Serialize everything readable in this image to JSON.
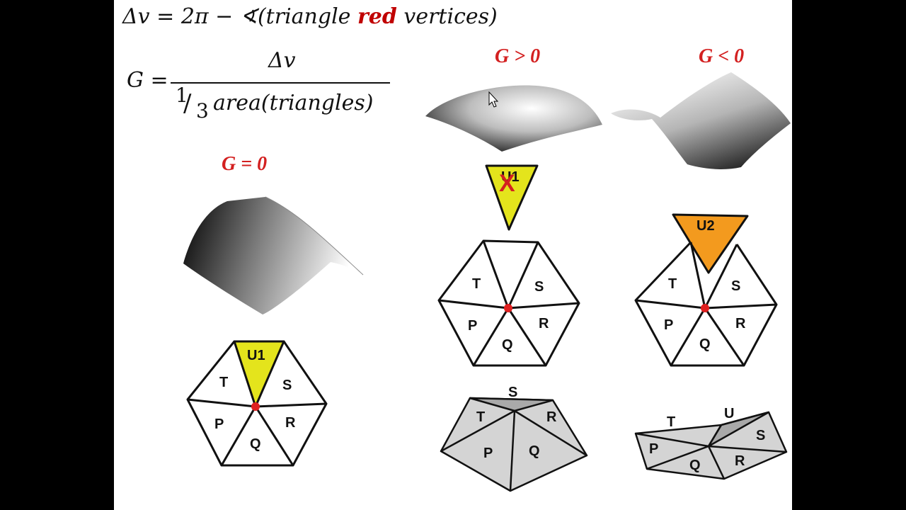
{
  "formula1": {
    "lhs": "Δv = 2π − ∢(triangle ",
    "red_word": "red",
    "rhs": " vertices)"
  },
  "formula2": {
    "lhs": "G =",
    "numerator": "Δv",
    "denominator_num": "1",
    "denominator_den": "3",
    "denominator_rest": "area(triangles)"
  },
  "labels": {
    "g_zero": "G = 0",
    "g_pos": "G > 0",
    "g_neg": "G < 0"
  },
  "triangles": {
    "left": {
      "top": "U1",
      "t": "T",
      "s": "S",
      "p": "P",
      "r": "R",
      "q": "Q"
    },
    "middle_removed": "U1",
    "middle": {
      "t": "T",
      "s": "S",
      "p": "P",
      "r": "R",
      "q": "Q"
    },
    "middle_folded": {
      "s": "S",
      "t": "T",
      "r": "R",
      "p": "P",
      "q": "Q"
    },
    "right_added": "U2",
    "right": {
      "t": "T",
      "s": "S",
      "p": "P",
      "r": "R",
      "q": "Q"
    },
    "right_folded": {
      "t": "T",
      "u": "U",
      "s": "S",
      "p": "P",
      "q": "Q",
      "r": "R"
    }
  },
  "colors": {
    "red": "#d32020",
    "yellow": "#e4e41c",
    "orange": "#f39a1e",
    "gray_fill": "#d4d4d4"
  }
}
